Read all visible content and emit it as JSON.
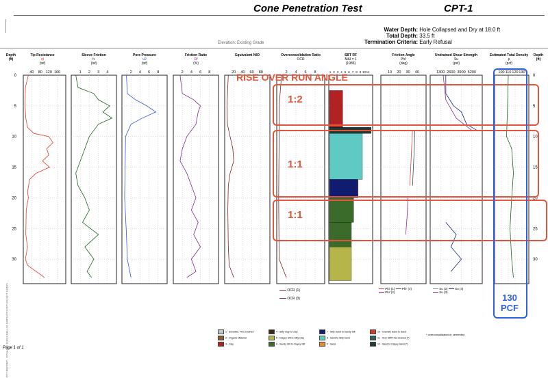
{
  "header": {
    "title": "Cone Penetration Test",
    "test_id": "CPT-1",
    "water_depth_label": "Water Depth:",
    "water_depth_value": "Hole Collapsed and Dry at 18.0 ft",
    "total_depth_label": "Total Depth:",
    "total_depth_value": "33.5 ft",
    "termination_label": "Termination Criteria:",
    "termination_value": "Early Refusal",
    "elevation_note": "Elevation: Existing Grade"
  },
  "columns": {
    "depth": {
      "title": "Depth",
      "unit": "(ft)"
    },
    "tip": {
      "title": "Tip Resistance",
      "sym": "qt",
      "unit": "(tsf)",
      "ticks": [
        "40",
        "80",
        "120",
        "160"
      ]
    },
    "sleeve": {
      "title": "Sleeve Friction",
      "sym": "fs",
      "unit": "(tsf)",
      "ticks": [
        "1",
        "2",
        "3",
        "4"
      ]
    },
    "pore": {
      "title": "Pore Pressure",
      "sym": "u2",
      "unit": "(tsf)",
      "ticks": [
        "2",
        "4",
        "6",
        "8"
      ]
    },
    "friction": {
      "title": "Friction Ratio",
      "sym": "Rf",
      "unit": "(%)",
      "ticks": [
        "2",
        "4",
        "6",
        "8"
      ]
    },
    "n60": {
      "title": "Equivalent N60",
      "ticks": [
        "20",
        "40",
        "60",
        "80"
      ]
    },
    "ocr": {
      "title": "Overconsolidation Ratio",
      "sym": "OCR",
      "ticks": [
        "2",
        "4",
        "6",
        "8"
      ]
    },
    "sbt": {
      "title": "SBT RF",
      "sub1": "MAI = 1",
      "sub2": "(1986)",
      "ticks": [
        "1",
        "2",
        "3",
        "4",
        "5",
        "6",
        "7",
        "8",
        "9",
        "10",
        "11"
      ]
    },
    "phi": {
      "title": "Friction Angle",
      "sym": "Phi'",
      "unit": "(deg)",
      "ticks": [
        "10",
        "20",
        "30",
        "40"
      ]
    },
    "su": {
      "title": "Undrained Shear Strength",
      "sym": "Su",
      "unit": "(psf)",
      "ticks": [
        "1300",
        "2600",
        "3900",
        "5200"
      ]
    },
    "density": {
      "title": "Estimated Total Density",
      "sym": "ρ",
      "unit": "(pcf)",
      "ticks": [
        "100",
        "110",
        "120",
        "130"
      ]
    },
    "depth_r": {
      "title": "Depth",
      "unit": "(ft)"
    }
  },
  "depth_ticks": [
    "0",
    "5",
    "10",
    "15",
    "20",
    "25",
    "30"
  ],
  "legends": {
    "ocr1": "OCR (1)",
    "ocr3": "OCR (3)",
    "phi1": "Phi' (1)",
    "phi2": "Phi' (2)",
    "phi4": "Phi' (4)",
    "su2": "Su (2)",
    "su3": "Su (3)",
    "su4": "Su (4)"
  },
  "annotations": {
    "title": "RISE OVER RUN ANGLE",
    "box1": "1:2",
    "box2": "1:1",
    "box3": "1:1",
    "density_label1": "130",
    "density_label2": "PCF"
  },
  "sbt_legend": [
    {
      "label": "1 - Sensitive, Fine Grained",
      "color": "#c8c8c8"
    },
    {
      "label": "2 - Organic Material",
      "color": "#8b5a2b"
    },
    {
      "label": "3 - Clay",
      "color": "#b22222"
    },
    {
      "label": "4 - Silty Clay to Clay",
      "color": "#3b2a1a"
    },
    {
      "label": "5 - Clayey Silt to Silty Clay",
      "color": "#b5b54a"
    },
    {
      "label": "6 - Sandy Silt to Clayey Silt",
      "color": "#3a6b2a"
    },
    {
      "label": "7 - Silty Sand to Sandy Silt",
      "color": "#101c70"
    },
    {
      "label": "8 - Sand to Silty Sand",
      "color": "#5fc9c3"
    },
    {
      "label": "9 - Sand",
      "color": "#e8892c"
    },
    {
      "label": "10 - Gravelly Sand to Sand",
      "color": "#d93b2b"
    },
    {
      "label": "11 - Very Stiff Fine Grained (*)",
      "color": "#2f5f5f"
    },
    {
      "label": "12 - Sand to Clayey Sand (*)",
      "color": "#1d3b32"
    }
  ],
  "footer": {
    "page": "Page 1 of 1",
    "note": "* overconsolidated or cemented",
    "side_text": "CPT REPORT - DYNAMIC 111013  BALL13-NMPS.GPJ  CPT-GS.GDT  10/4/21"
  }
}
